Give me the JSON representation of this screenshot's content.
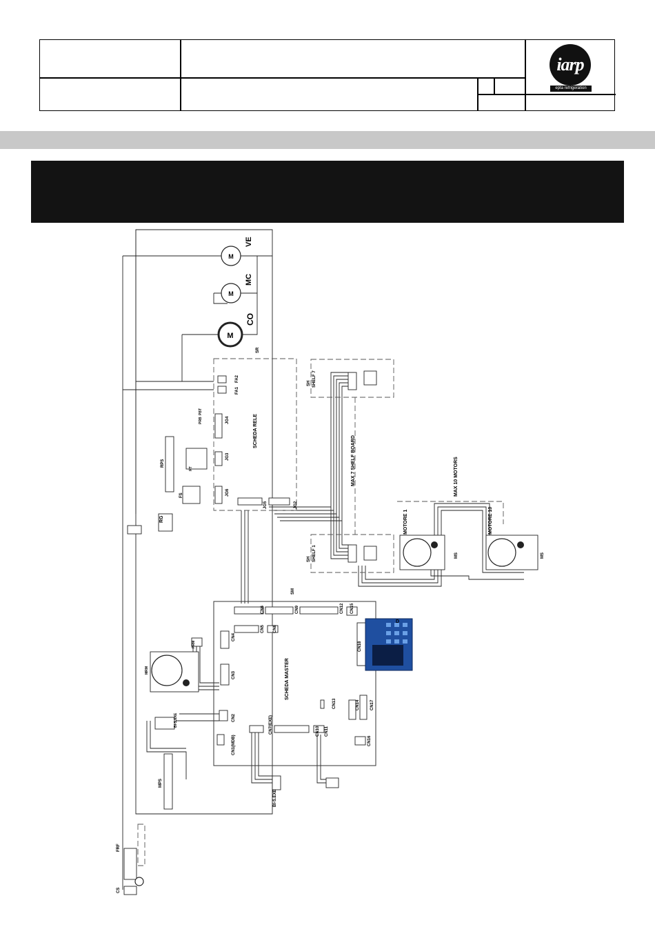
{
  "title_block": {
    "logo_text": "iarp",
    "logo_subtext": "epta refrigeration"
  },
  "colors": {
    "band_gray": "#c8c8c8",
    "band_black": "#131313",
    "display_blue": "#1f4fa0"
  },
  "labels": {
    "ve": "VE",
    "mc": "MC",
    "co": "CO",
    "sr": "SR",
    "fa1": "FA1",
    "fa2": "FA2",
    "scheda_rele": "SCHEDA RELE",
    "jg4": "JG4",
    "jg3": "JG3",
    "jg6": "JG6",
    "jg5": "JG5",
    "jg2": "JG2",
    "rps": "RPS",
    "rt": "RT",
    "fs": "FS",
    "rg": "RG",
    "shelf7": "SHELF 7",
    "shelf1": "SHELF 1",
    "sh": "SH",
    "max7": "MAX 7 SHELF BOARD",
    "max10": "MAX 10 MOTORS",
    "motore1": "MOTORE 1",
    "motore10": "MOTORE 10",
    "ms": "MS",
    "sm": "SM",
    "scheda_master": "SCHEDA MASTER",
    "cn1": "CN1(MDB)",
    "cn2": "CN2",
    "cn3": "CN3",
    "cn4": "CN4",
    "cn5": "CN5",
    "cn6": "CN6",
    "cn7": "CN7(EXE)",
    "cn8": "CN8",
    "cn9": "CN9",
    "cn10": "CN10",
    "cn11": "CN11",
    "cn12": "CN12",
    "cn13": "CN13",
    "cn14": "CN14",
    "cn15": "CN15",
    "cn16": "CN16",
    "cn17": "CN17",
    "cn18": "CN18",
    "d": "D",
    "mrm": "MRM",
    "prm": "PRM",
    "mps": "MPS",
    "bi_s_exe": "BI-S.EXE",
    "frf": "FRF",
    "cs": "CS",
    "prb": "PRB",
    "pbt": "PBT"
  }
}
